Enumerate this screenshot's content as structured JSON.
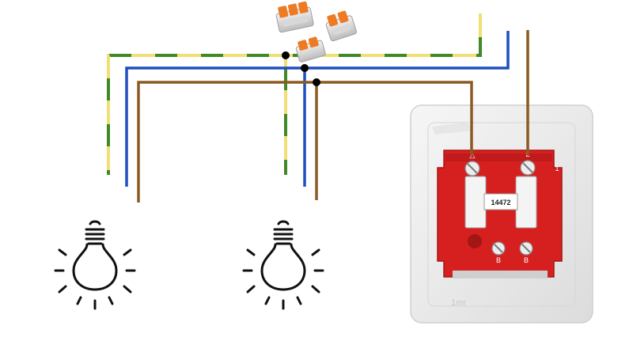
{
  "colors": {
    "earth_green": "#3f8a26",
    "earth_yellow": "#f2df74",
    "neutral_blue": "#1f4fbf",
    "live_brown": "#8b5a22",
    "junction_dot": "#000000",
    "switch_red": "#d6201f",
    "switch_plate": "#eeeeee",
    "connector_orange": "#ee7a23"
  },
  "icons": [
    "lightbulb-icon",
    "wago-connector-icon",
    "light-switch-icon"
  ],
  "switch": {
    "model_number": "14472",
    "terminal_top_left": "△",
    "terminal_top_right": "L",
    "terminal_bottom_left": "B",
    "terminal_bottom_right": "B",
    "side_mark": "1",
    "brand": "1mr"
  }
}
